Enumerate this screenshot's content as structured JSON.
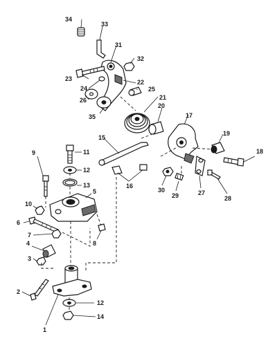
{
  "callouts": [
    {
      "id": "1",
      "text": "1"
    },
    {
      "id": "2",
      "text": "2"
    },
    {
      "id": "3",
      "text": "3"
    },
    {
      "id": "4",
      "text": "4"
    },
    {
      "id": "5",
      "text": "5"
    },
    {
      "id": "6",
      "text": "6"
    },
    {
      "id": "7",
      "text": "7"
    },
    {
      "id": "8",
      "text": "8"
    },
    {
      "id": "9",
      "text": "9"
    },
    {
      "id": "10",
      "text": "10"
    },
    {
      "id": "11",
      "text": "11"
    },
    {
      "id": "12a",
      "text": "12"
    },
    {
      "id": "12b",
      "text": "12"
    },
    {
      "id": "13",
      "text": "13"
    },
    {
      "id": "14",
      "text": "14"
    },
    {
      "id": "15",
      "text": "15"
    },
    {
      "id": "16",
      "text": "16"
    },
    {
      "id": "17",
      "text": "17"
    },
    {
      "id": "18",
      "text": "18"
    },
    {
      "id": "19",
      "text": "19"
    },
    {
      "id": "20",
      "text": "20"
    },
    {
      "id": "21",
      "text": "21"
    },
    {
      "id": "22",
      "text": "22"
    },
    {
      "id": "23",
      "text": "23"
    },
    {
      "id": "24",
      "text": "24"
    },
    {
      "id": "25",
      "text": "25"
    },
    {
      "id": "26",
      "text": "26"
    },
    {
      "id": "27",
      "text": "27"
    },
    {
      "id": "28",
      "text": "28"
    },
    {
      "id": "29",
      "text": "29"
    },
    {
      "id": "30",
      "text": "30"
    },
    {
      "id": "31",
      "text": "31"
    },
    {
      "id": "32",
      "text": "32"
    },
    {
      "id": "33",
      "text": "33"
    },
    {
      "id": "34",
      "text": "34"
    },
    {
      "id": "35",
      "text": "35"
    }
  ]
}
